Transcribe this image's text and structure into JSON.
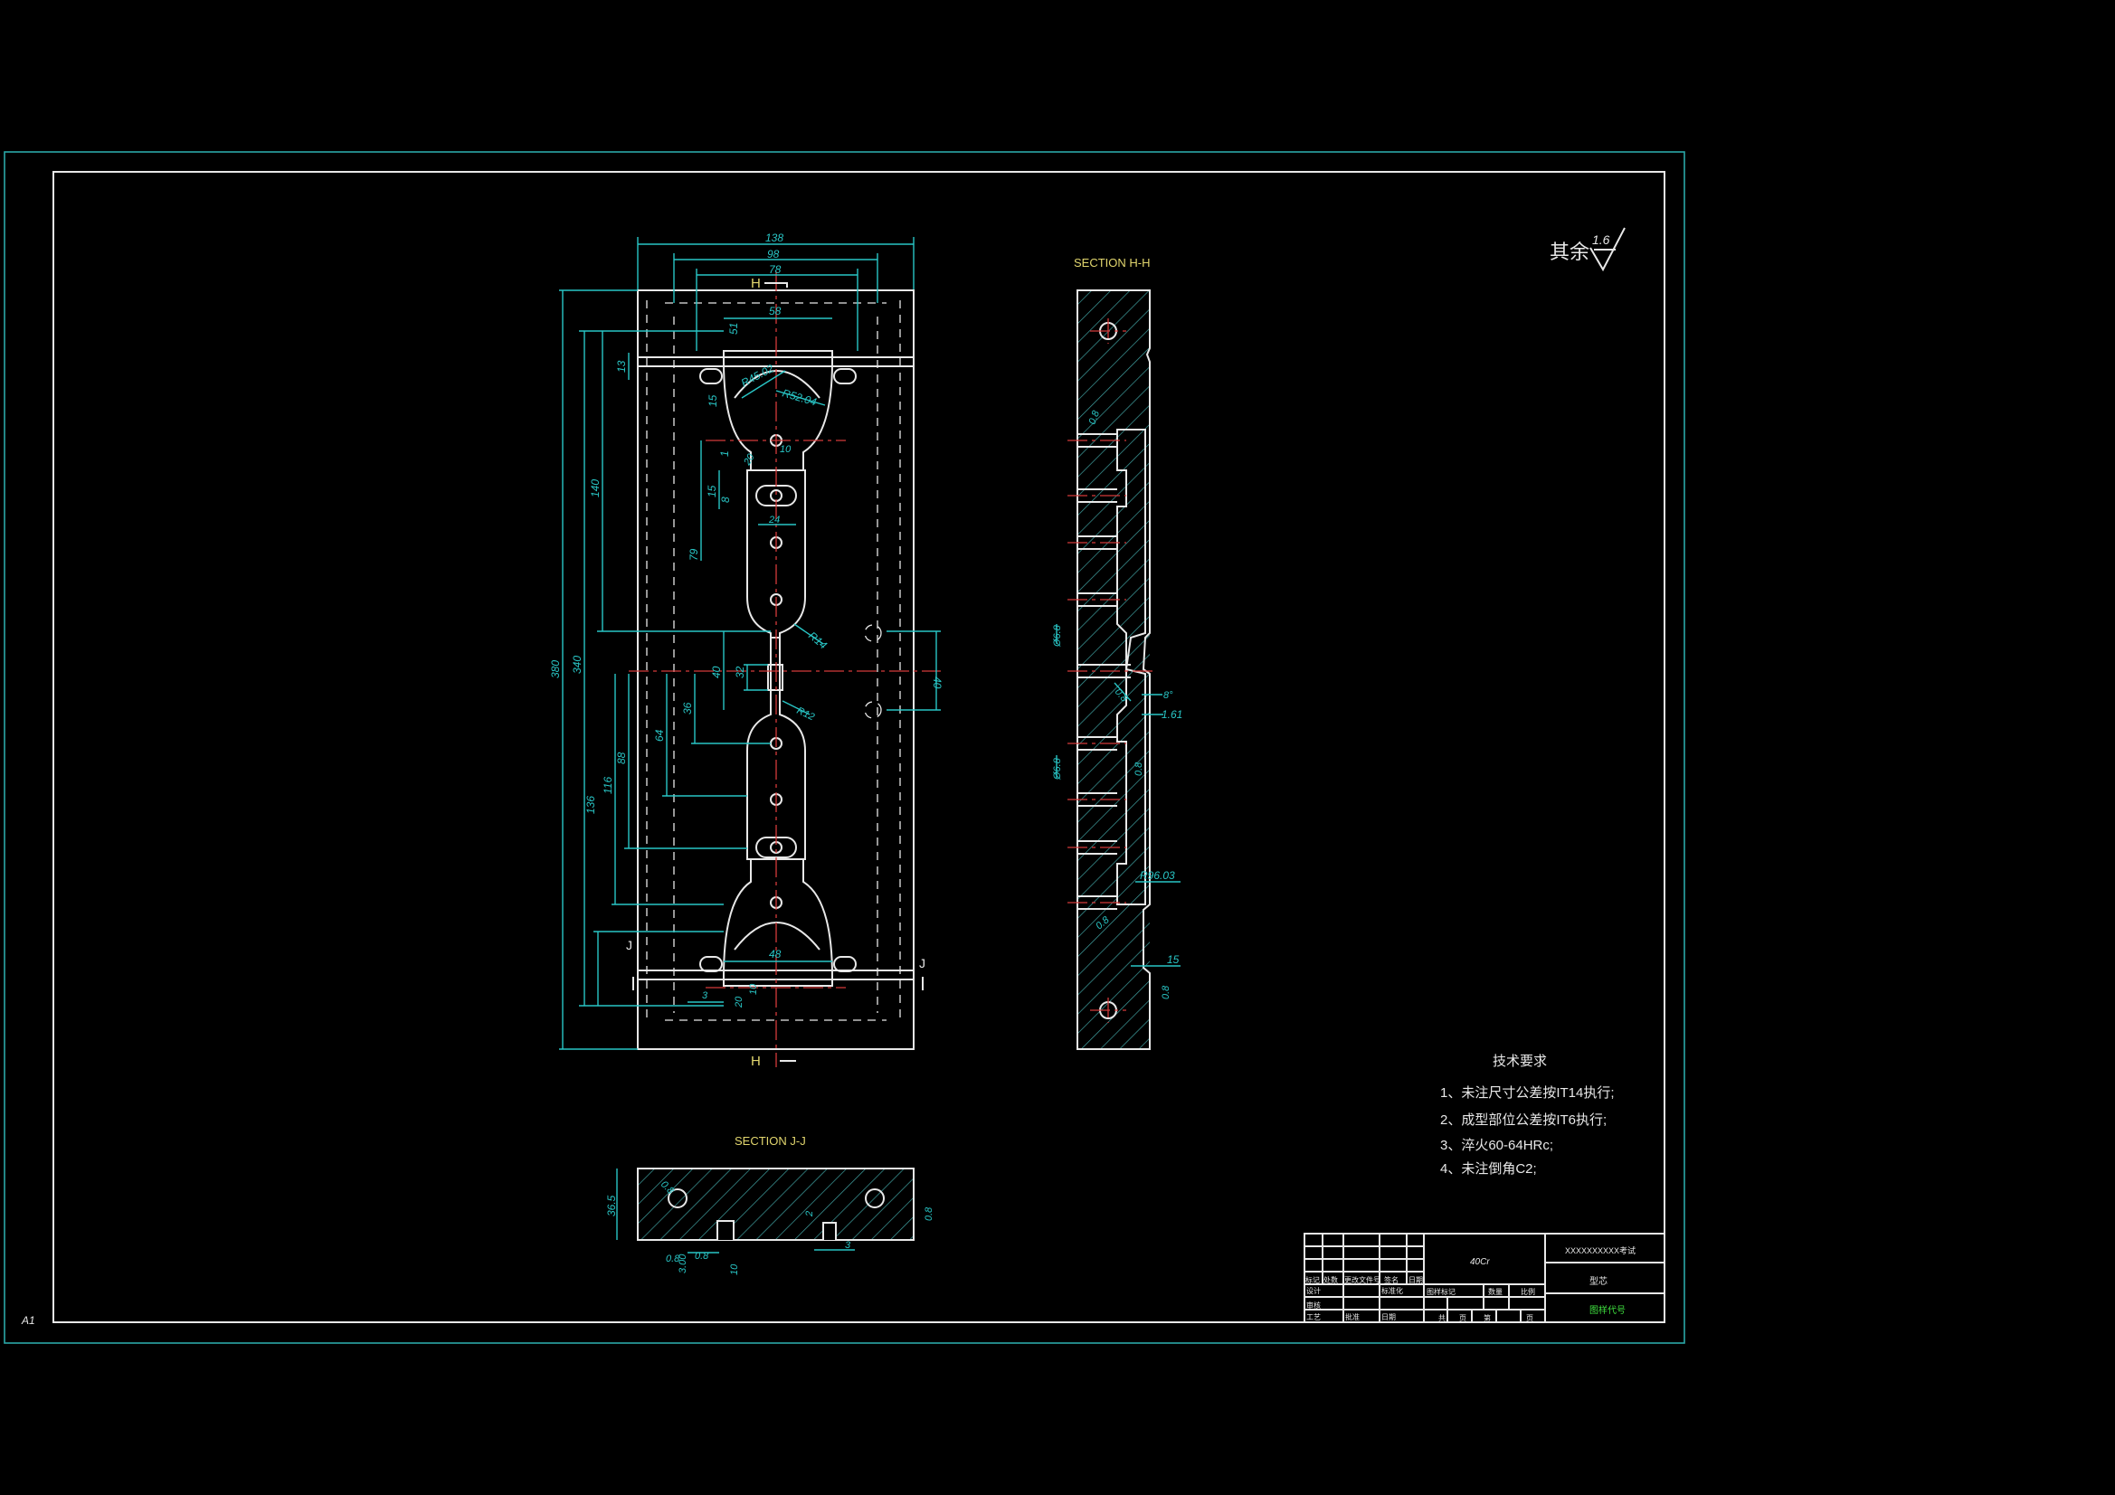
{
  "sheet_size": "A1",
  "roughness": {
    "label": "其余",
    "value": "1.6"
  },
  "section_labels": {
    "hh": "SECTION H-H",
    "jj": "SECTION J-J"
  },
  "cut_letters": {
    "h": "H",
    "j": "J"
  },
  "main_view_dims": {
    "width_138": "138",
    "width_98": "98",
    "width_78": "78",
    "width_58": "58",
    "d_51": "51",
    "d_13": "13",
    "d_15": "15",
    "d_1": "1",
    "r_45": "R45.02",
    "r_52": "R52.04",
    "d_20": "20",
    "d_10": "10",
    "d_15b": "15",
    "d_8": "8",
    "d_24": "24",
    "d_140": "140",
    "d_79": "79",
    "r_14": "R14",
    "d_380": "380",
    "d_340": "340",
    "d_40": "40",
    "d_32": "32",
    "d_40r": "40",
    "d_36": "36",
    "d_64": "64",
    "r_12": "R12",
    "d_136": "136",
    "d_116": "116",
    "d_88": "88",
    "d_48": "48",
    "d_3": "3",
    "d_20b": "20",
    "d_10b": "10"
  },
  "section_hh_dims": {
    "s_08a": "0.8",
    "s_phi1": "Ø6.8",
    "s_phi2": "Ø6.8",
    "angle": "8°",
    "d_161": "1.61",
    "s_08b": "0.8",
    "r_96": "R96.03",
    "s_08c": "0.8",
    "d_15": "15",
    "s_08d": "0.8"
  },
  "section_jj_dims": {
    "d_365": "36.5",
    "s_08": "0.8",
    "d_3": "3",
    "d_2": "2",
    "d_300": "3.00",
    "d_08b": "0.8",
    "d_10": "10",
    "d_08c": "0.8"
  },
  "tech_requirements": {
    "title": "技术要求",
    "items": [
      "1、未注尺寸公差按IT14执行;",
      "2、成型部位公差按IT6执行;",
      "3、淬火60-64HRc;",
      "4、未注倒角C2;"
    ]
  },
  "title_block": {
    "material": "40Cr",
    "org": "XXXXXXXXXX考试",
    "part_name": "型芯",
    "drawing_no": "图样代号",
    "rev_labels": [
      "标记",
      "处数",
      "更改文件号",
      "签名",
      "日期"
    ],
    "row_labels": [
      "设计",
      "标准化",
      "审核",
      "工艺",
      "批准",
      "日期"
    ],
    "stage_labels": [
      "图样标记",
      "数量",
      "比例"
    ],
    "sheet_labels": [
      "共",
      "页",
      "第",
      "页"
    ]
  },
  "colors": {
    "border": "#2aa8a8",
    "dim": "#29c6c6",
    "outline": "#e8e8e8",
    "center": "#d43a3a",
    "label": "#e2d66e",
    "code": "#3fe03f"
  }
}
